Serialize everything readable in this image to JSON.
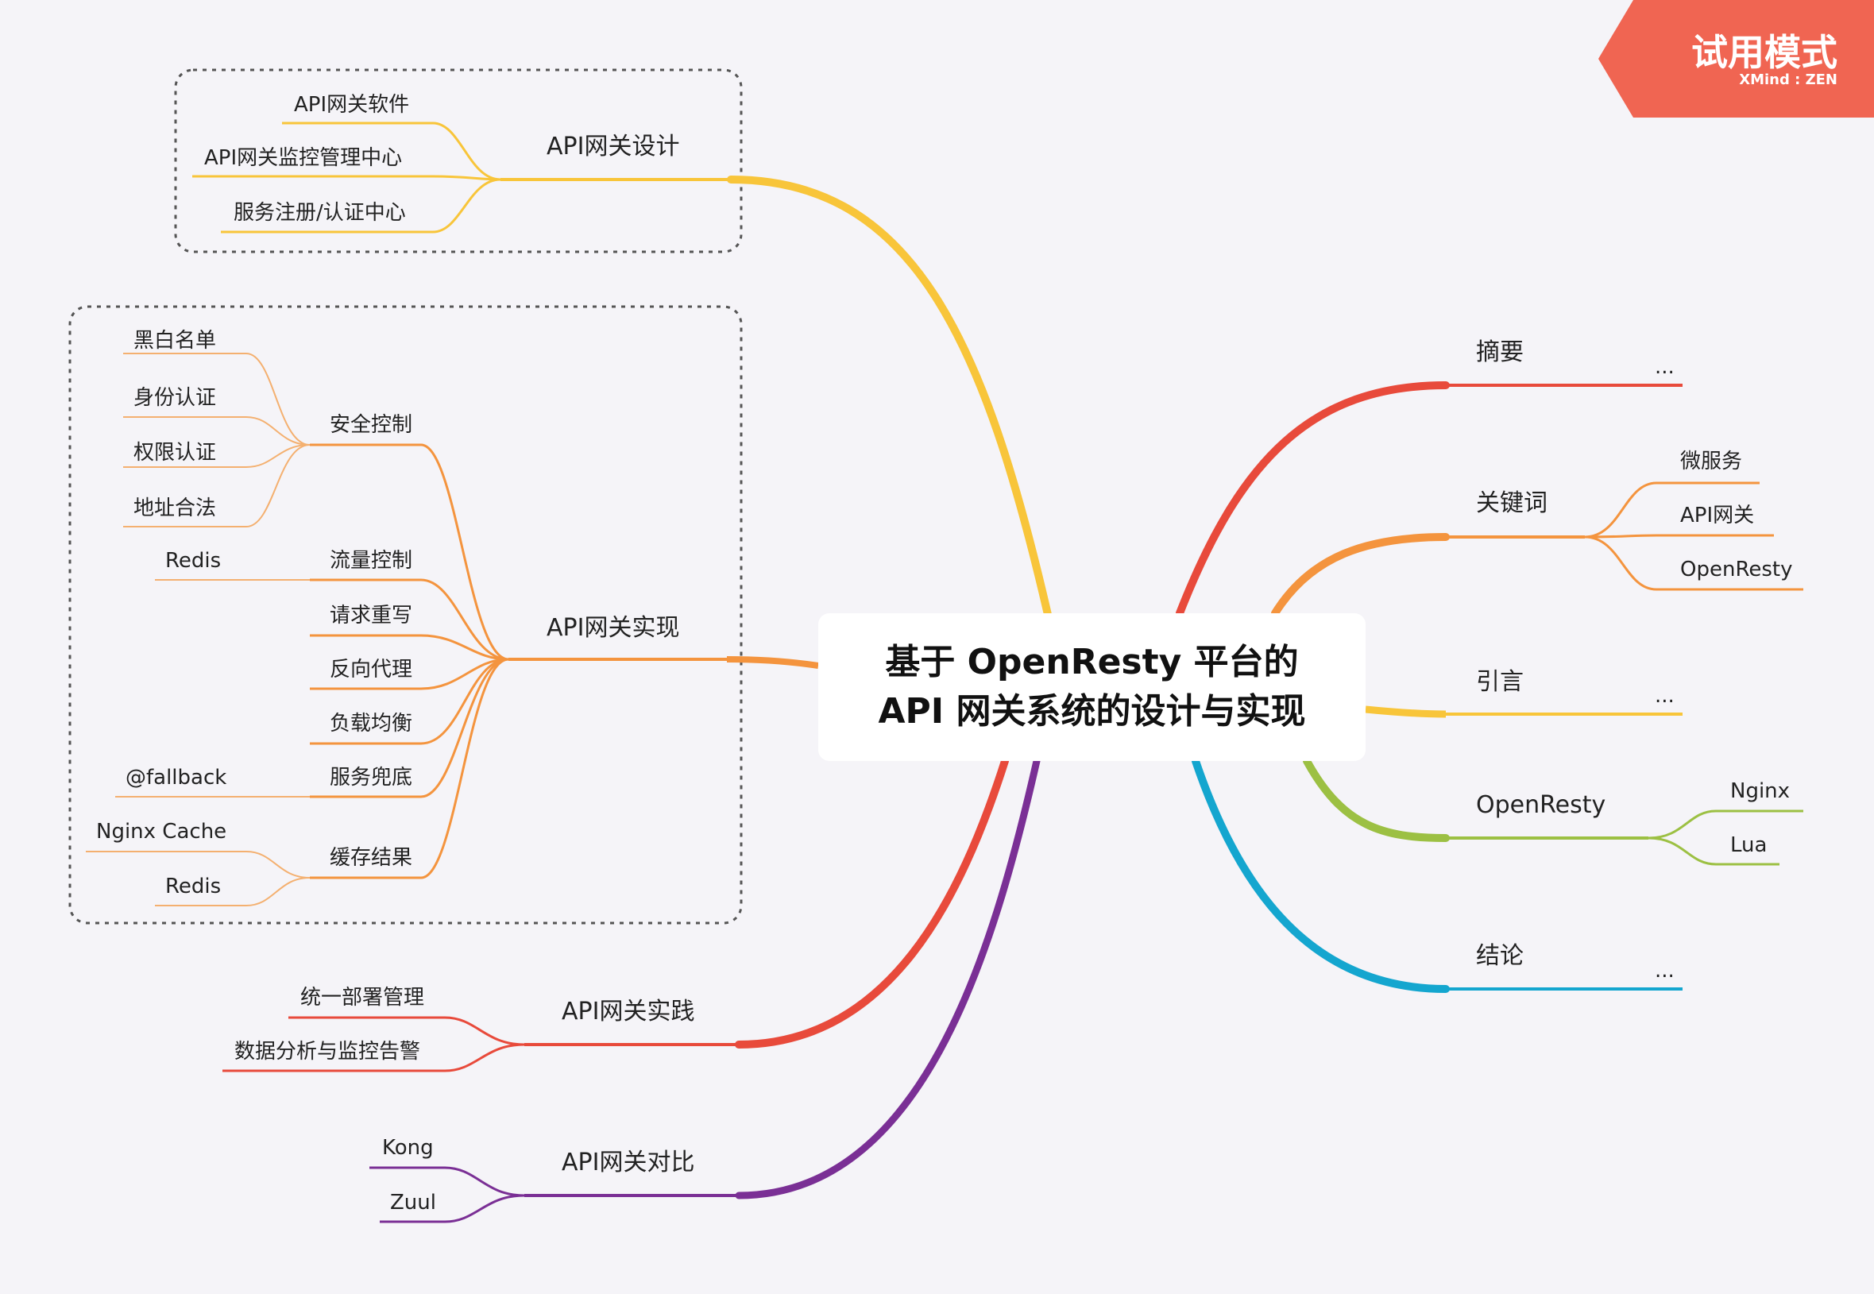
{
  "central": {
    "line1": "基于 OpenResty 平台的",
    "line2": "API 网关系统的设计与实现"
  },
  "watermark": {
    "title": "试用模式",
    "brand": "XMind : ZEN"
  },
  "colors": {
    "yellow": "#f8c53a",
    "orange": "#f4943e",
    "red": "#e84a3b",
    "purple": "#7a2f95",
    "blue": "#14a6cf",
    "green": "#9cc043",
    "watermark": "#f06552"
  },
  "left": {
    "design": {
      "label": "API网关设计",
      "children": [
        "API网关软件",
        "API网关监控管理中心",
        "服务注册/认证中心"
      ]
    },
    "impl": {
      "label": "API网关实现",
      "children": [
        {
          "label": "安全控制",
          "children": [
            "黑白名单",
            "身份认证",
            "权限认证",
            "地址合法"
          ]
        },
        {
          "label": "流量控制",
          "children": [
            "Redis"
          ]
        },
        {
          "label": "请求重写"
        },
        {
          "label": "反向代理"
        },
        {
          "label": "负载均衡"
        },
        {
          "label": "服务兜底",
          "children": [
            "@fallback"
          ]
        },
        {
          "label": "缓存结果",
          "children": [
            "Nginx Cache",
            "Redis"
          ]
        }
      ]
    },
    "practice": {
      "label": "API网关实践",
      "children": [
        "统一部署管理",
        "数据分析与监控告警"
      ]
    },
    "compare": {
      "label": "API网关对比",
      "children": [
        "Kong",
        "Zuul"
      ]
    }
  },
  "right": {
    "abstract": {
      "label": "摘要",
      "collapsed": "..."
    },
    "keywords": {
      "label": "关键词",
      "children": [
        "微服务",
        "API网关",
        "OpenResty"
      ]
    },
    "intro": {
      "label": "引言",
      "collapsed": "..."
    },
    "openresty": {
      "label": "OpenResty",
      "children": [
        "Nginx",
        "Lua"
      ]
    },
    "conclusion": {
      "label": "结论",
      "collapsed": "..."
    }
  }
}
